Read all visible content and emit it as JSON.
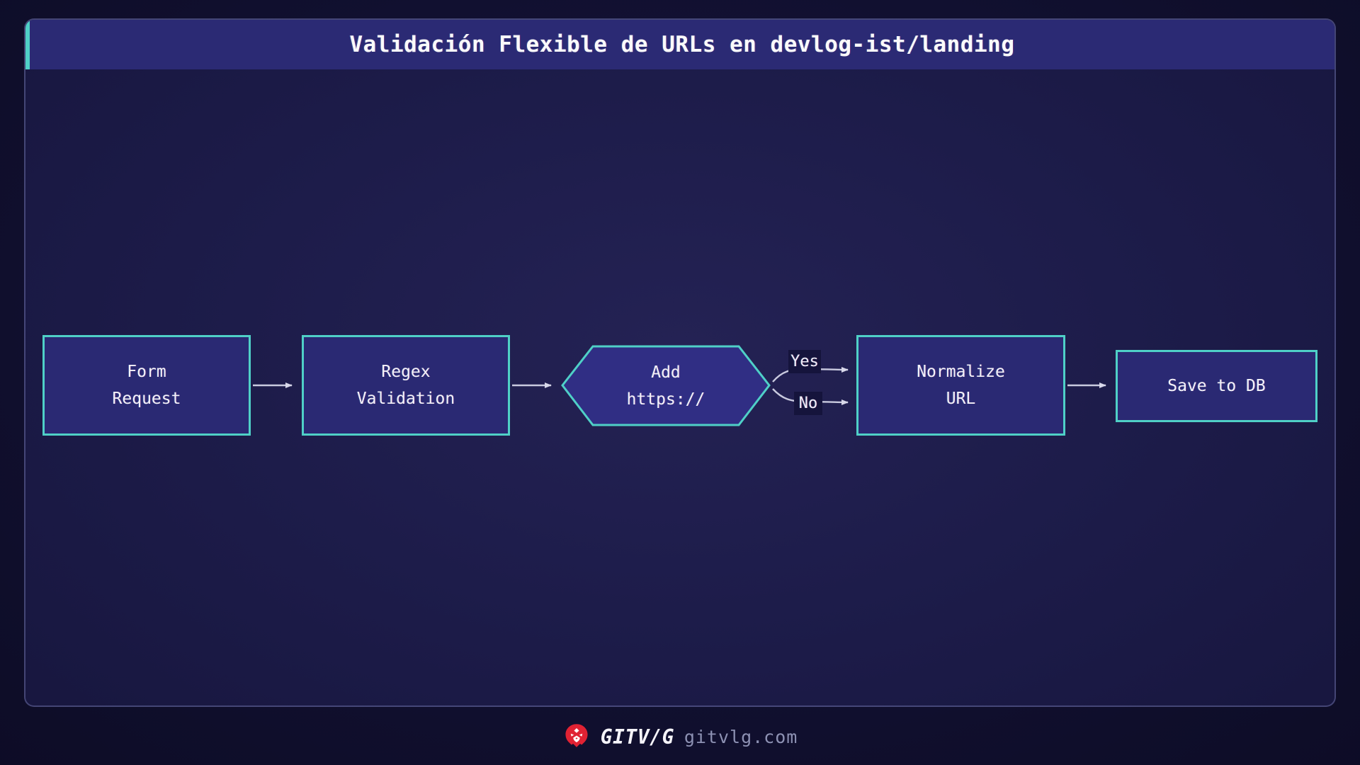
{
  "title": "Validación Flexible de URLs en devlog-ist/landing",
  "diagram": {
    "type": "flowchart",
    "direction": "left-to-right",
    "nodes": [
      {
        "id": "form-request",
        "shape": "rect",
        "line1": "Form",
        "line2": "Request"
      },
      {
        "id": "regex-validation",
        "shape": "rect",
        "line1": "Regex",
        "line2": "Validation"
      },
      {
        "id": "add-https",
        "shape": "hexagon",
        "line1": "Add",
        "line2": "https://"
      },
      {
        "id": "normalize-url",
        "shape": "rect",
        "line1": "Normalize",
        "line2": "URL"
      },
      {
        "id": "save-to-db",
        "shape": "rect",
        "line1": "Save to DB"
      }
    ],
    "edges": [
      {
        "from": "form-request",
        "to": "regex-validation",
        "label": ""
      },
      {
        "from": "regex-validation",
        "to": "add-https",
        "label": ""
      },
      {
        "from": "add-https",
        "to": "normalize-url",
        "label": "Yes"
      },
      {
        "from": "add-https",
        "to": "normalize-url",
        "label": "No"
      },
      {
        "from": "normalize-url",
        "to": "save-to-db",
        "label": ""
      }
    ]
  },
  "footer": {
    "logo_icon": "lion-icon",
    "brand": "GITV/G",
    "domain": "gitvlg.com"
  },
  "colors": {
    "canvas_bg": "#111030",
    "panel_bg": "#1d1c4a",
    "title_bar_bg": "#2b2a74",
    "accent_teal": "#4fd0c7",
    "node_fill": "#2a2973",
    "hexagon_fill": "#302e84",
    "edge_stroke": "#c9cadf",
    "edge_label_bg": "#15143c",
    "text_white": "#f3f1f8",
    "muted_text": "#8d91b3",
    "logo_red": "#e02233"
  }
}
